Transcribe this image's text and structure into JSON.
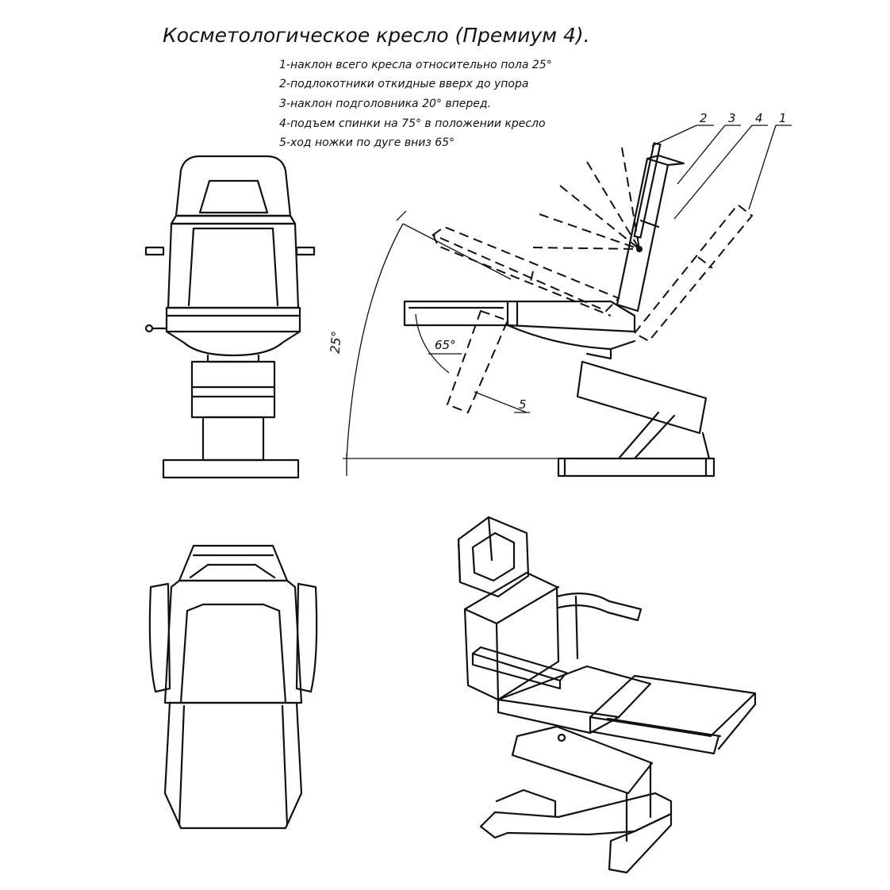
{
  "title": "Косметологическое  кресло (Премиум  4).",
  "notes": [
    "1-наклон всего кресла относительно пола 25°",
    "2-подлокотники откидные вверх до упора",
    "3-наклон подголовника 20° вперед.",
    "4-подъем спинки на 75° в положении кресло",
    "5-ход ножки по дуге вниз 65°"
  ],
  "callouts": {
    "c2": "2",
    "c3": "3",
    "c4": "4",
    "c1": "1",
    "c5": "5"
  },
  "angles": {
    "tilt": "25°",
    "leg": "65°"
  }
}
